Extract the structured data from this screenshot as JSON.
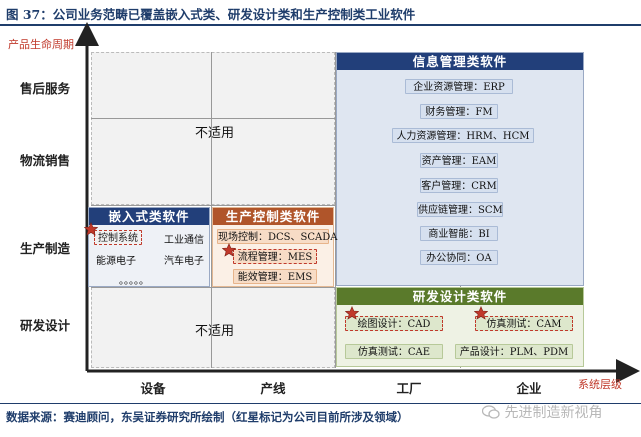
{
  "title": "图 37：公司业务范畴已覆盖嵌入式类、研发设计类和生产控制类工业软件",
  "axes": {
    "y_title": "产品生命周期",
    "x_title": "系统层级",
    "y_labels": [
      "售后服务",
      "物流销售",
      "生产制造",
      "研发设计"
    ],
    "x_labels": [
      "设备",
      "产线",
      "工厂",
      "企业"
    ]
  },
  "not_applicable": "不适用",
  "panels": {
    "info": {
      "header": "信息管理类软件",
      "color": "#223f7a",
      "items": [
        "企业资源管理：ERP",
        "财务管理：FM",
        "人力资源管理：HRM、HCM",
        "资产管理：EAM",
        "客户管理：CRM",
        "供应链管理：SCM",
        "商业智能：BI",
        "办公协同：OA"
      ]
    },
    "embedded": {
      "header": "嵌入式类软件",
      "color": "#223f7a",
      "items": [
        "控制系统",
        "工业通信",
        "能源电子",
        "汽车电子",
        "。。。。。"
      ]
    },
    "production": {
      "header": "生产控制类软件",
      "color": "#b0552a",
      "items": [
        "现场控制：DCS、SCADA",
        "流程管理：MES",
        "能效管理：EMS"
      ]
    },
    "rd": {
      "header": "研发设计类软件",
      "color": "#5a7a2b",
      "items": [
        "绘图设计：CAD",
        "仿真测试：CAM",
        "仿真测试：CAE",
        "产品设计：PLM、PDM"
      ]
    }
  },
  "source": "数据来源：赛迪顾问，东吴证券研究所绘制（红星标记为公司目前所涉及领域）",
  "watermark": "先进制造新视角",
  "colors": {
    "star": "#c0392b",
    "axis": "#222222",
    "accent_red": "#c0392b",
    "title_blue": "#1f3d6b"
  }
}
